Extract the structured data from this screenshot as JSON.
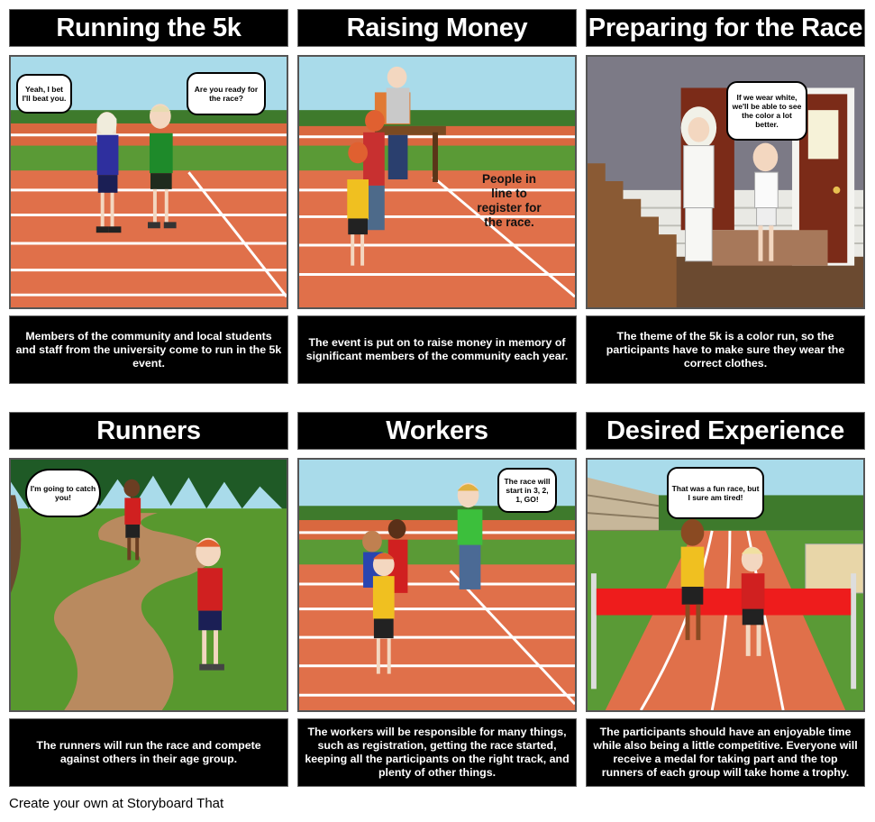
{
  "cells": [
    {
      "title": "Running the 5k",
      "caption": "Members of the community and local students and staff from the university come to run in the 5k event.",
      "bubbles": [
        "Yeah, I bet I'll beat you.",
        "Are you ready for the race?"
      ]
    },
    {
      "title": "Raising Money",
      "caption": "The event is put on to raise money in memory of significant members of the community each year.",
      "scene_text": "People in line to register for the race."
    },
    {
      "title": "Preparing for the Race",
      "caption": "The theme of the 5k is a color run, so the participants have to make sure they wear the correct clothes.",
      "bubbles": [
        "If we wear white, we'll be able to see the color a lot better."
      ]
    },
    {
      "title": "Runners",
      "caption": "The runners will run the race and compete against others in their age group.",
      "bubbles": [
        "I'm going to catch you!"
      ]
    },
    {
      "title": "Workers",
      "caption": "The workers will be responsible for many things, such as registration, getting the race started, keeping all the participants on the right track, and plenty of other things.",
      "bubbles": [
        "The race will start in 3, 2, 1, GO!"
      ]
    },
    {
      "title": "Desired Experience",
      "caption": "The participants should have an enjoyable time while also being a little competitive. Everyone will receive a medal for taking part and the top runners of each group will take home a trophy.",
      "bubbles": [
        "That was a fun race, but I sure am tired!"
      ]
    }
  ],
  "footer": "Create your own at Storyboard That",
  "colors": {
    "track": "#e0704a",
    "grass": "#4f8f2e",
    "sky": "#a9dbea",
    "title_bg": "#000000"
  }
}
